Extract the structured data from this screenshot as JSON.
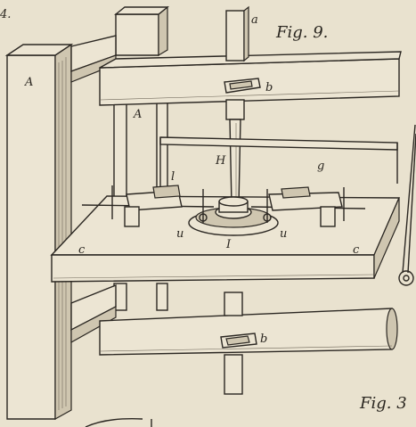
{
  "plate": {
    "corner_number": "4.",
    "fig_top": "Fig. 9.",
    "fig_bottom": "Fig. 3"
  },
  "labels": {
    "A_left": "A",
    "A_inner": "A",
    "a": "a",
    "b_top": "b",
    "b_bottom": "b",
    "H": "H",
    "g": "g",
    "l": "l",
    "u_left": "u",
    "u_right": "u",
    "I": "I",
    "c_left": "c",
    "c_right": "c"
  },
  "colors": {
    "paper": "#e9e2cf",
    "ink": "#2b2722"
  }
}
